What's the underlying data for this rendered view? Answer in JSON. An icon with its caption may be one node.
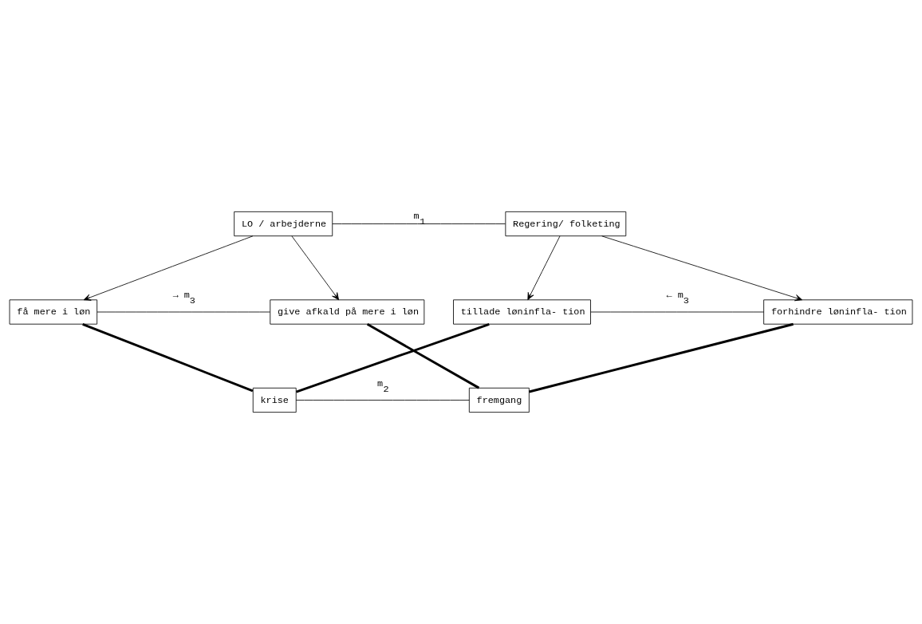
{
  "diagram": {
    "nodes": [
      {
        "text": [
          "LO / arbejderne"
        ]
      },
      {
        "text": [
          "Regering/ folketing"
        ]
      },
      {
        "text": [
          "få mere i løn"
        ]
      },
      {
        "text": [
          "give afkald på mere i løn"
        ]
      },
      {
        "text": [
          "tillade løninfla- tion"
        ]
      },
      {
        "text": [
          "forhindre løninfla- tion"
        ]
      },
      {
        "text": [
          "krise"
        ]
      },
      {
        "text": [
          "fremgang"
        ]
      }
    ],
    "edges": [
      {
        "from": 0,
        "to": 1,
        "arrow": "none",
        "label": "m$_{1}$"
      },
      {
        "from": 0,
        "to": 2,
        "arrow": "to"
      },
      {
        "from": 0,
        "to": 3,
        "arrow": "to"
      },
      {
        "from": 1,
        "to": 4,
        "arrow": "to"
      },
      {
        "from": 1,
        "to": 5,
        "arrow": "to"
      },
      {
        "from": 2,
        "to": 3,
        "arrow": "none",
        "label": "→ m$_{3}$"
      },
      {
        "from": 5,
        "to": 4,
        "arrow": "none",
        "label": "← m$_{3}$"
      },
      {
        "from": 2,
        "to": 6,
        "arrow": "none",
        "style": "thick"
      },
      {
        "from": 3,
        "to": 7,
        "arrow": "none",
        "style": "thick"
      },
      {
        "from": 4,
        "to": 6,
        "arrow": "none",
        "style": "thick"
      },
      {
        "from": 5,
        "to": 7,
        "arrow": "none",
        "style": "thick"
      },
      {
        "from": 6,
        "to": 7,
        "arrow": "none",
        "label": "m$_{2}$"
      }
    ]
  }
}
